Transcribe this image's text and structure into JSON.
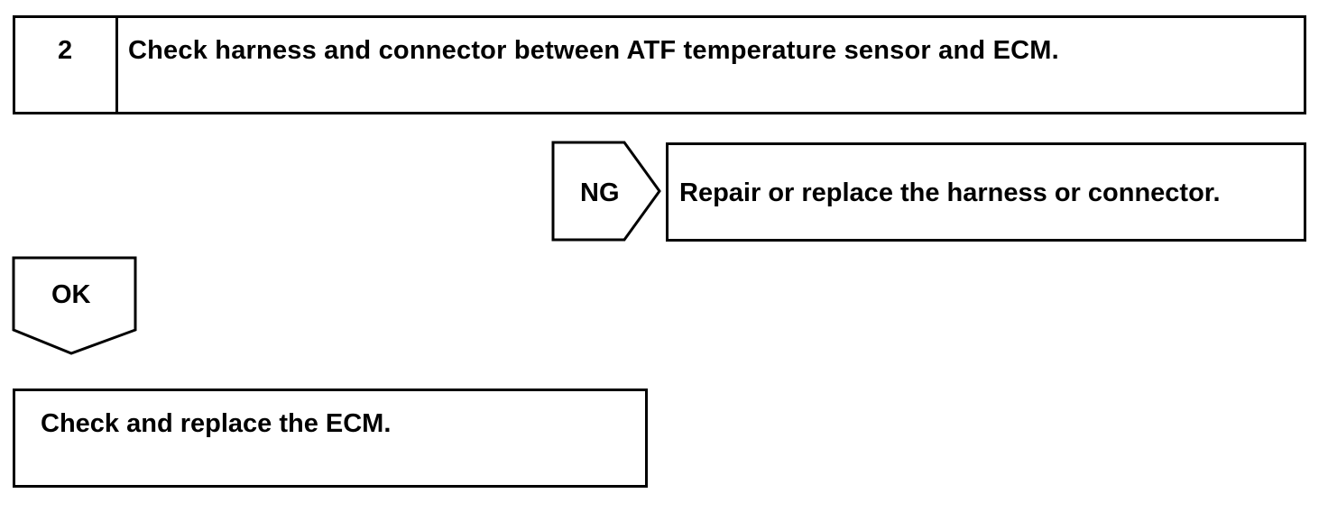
{
  "step": {
    "number": "2",
    "title": "Check harness and connector between ATF temperature sensor and ECM."
  },
  "ng_branch": {
    "label": "NG",
    "action": "Repair or replace the harness or connector."
  },
  "ok_branch": {
    "label": "OK",
    "action": "Check and replace the ECM."
  }
}
